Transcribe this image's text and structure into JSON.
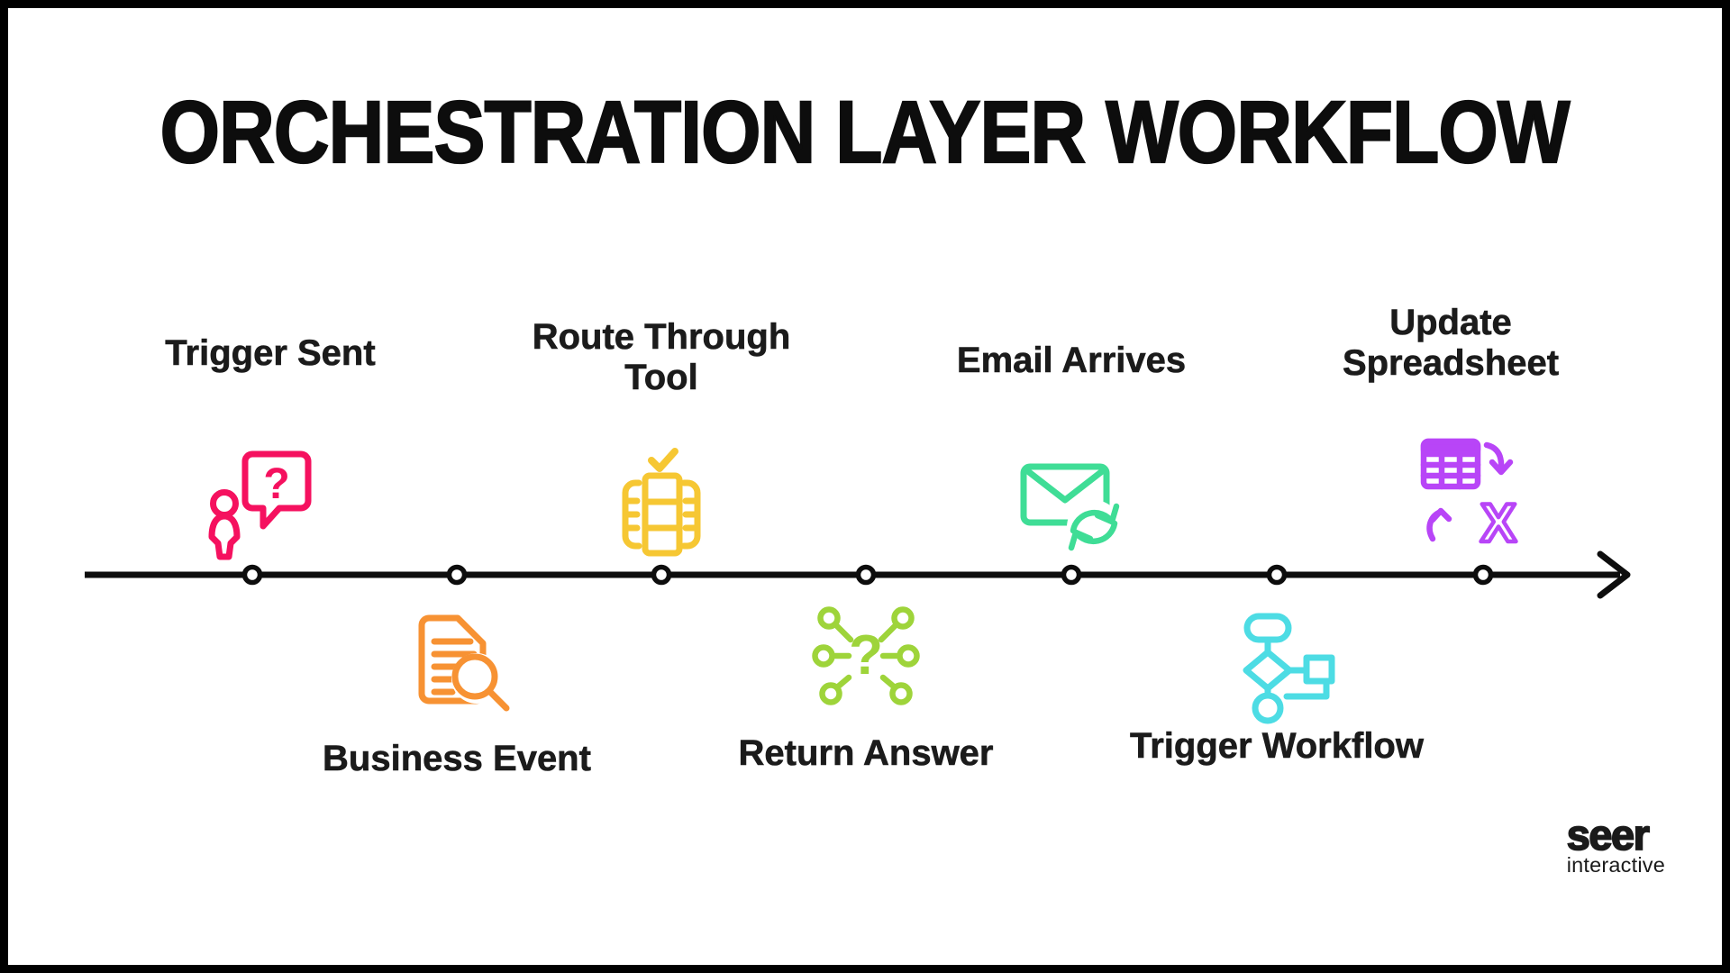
{
  "page": {
    "title": "ORCHESTRATION LAYER WORKFLOW",
    "background_color": "#ffffff",
    "border_color": "#000000"
  },
  "timeline": {
    "line_color": "#0d0d0d",
    "dot_fill": "#ffffff",
    "dot_count": 7,
    "direction": "left-to-right-arrow"
  },
  "steps": [
    {
      "label": "Trigger Sent",
      "side": "above",
      "icon": "person-question-icon",
      "color": "#F5115F",
      "glyph": "?"
    },
    {
      "label": "Business Event",
      "side": "below",
      "icon": "document-search-icon",
      "color": "#F79233"
    },
    {
      "label": "Route Through Tool",
      "side": "above",
      "icon": "route-tool-check-icon",
      "color": "#F6C733"
    },
    {
      "label": "Return Answer",
      "side": "below",
      "icon": "question-network-icon",
      "color": "#9ED43A",
      "glyph": "?"
    },
    {
      "label": "Email Arrives",
      "side": "above",
      "icon": "email-refresh-icon",
      "color": "#3FDD96"
    },
    {
      "label": "Trigger Workflow",
      "side": "below",
      "icon": "flowchart-icon",
      "color": "#4DDCE4"
    },
    {
      "label": "Update Spreadsheet",
      "side": "above",
      "icon": "spreadsheet-excel-sync-icon",
      "color": "#B845F7",
      "glyph": "X"
    }
  ],
  "logo": {
    "line1": "seer",
    "line2": "interactive"
  }
}
